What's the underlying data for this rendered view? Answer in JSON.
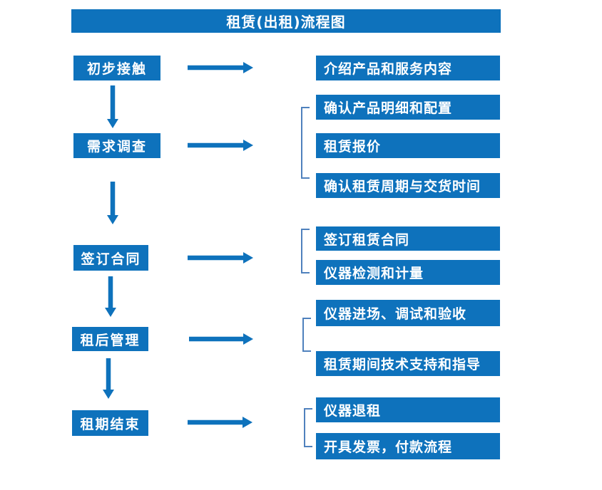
{
  "title": "租赁(出租)流程图",
  "colors": {
    "primary_blue": "#0e72bc",
    "bracket_blue": "#4f81bd",
    "text_white": "#ffffff",
    "background": "#ffffff"
  },
  "stages": [
    {
      "label": "初步接触",
      "outputs": [
        "介绍产品和服务内容"
      ]
    },
    {
      "label": "需求调查",
      "outputs": [
        "确认产品明细和配置",
        "租赁报价",
        "确认租赁周期与交货时间"
      ]
    },
    {
      "label": "签订合同",
      "outputs": [
        "签订租赁合同",
        "仪器检测和计量"
      ]
    },
    {
      "label": "租后管理",
      "outputs": [
        "仪器进场、调试和验收",
        "租赁期间技术支持和指导"
      ]
    },
    {
      "label": "租期结束",
      "outputs": [
        "仪器退租",
        "开具发票，付款流程"
      ]
    }
  ]
}
